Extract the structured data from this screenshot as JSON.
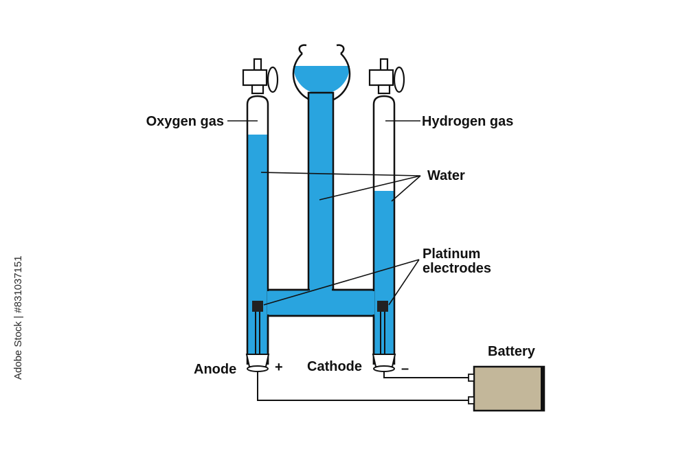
{
  "labels": {
    "oxygen": "Oxygen gas",
    "hydrogen": "Hydrogen gas",
    "water": "Water",
    "platinum_line1": "Platinum",
    "platinum_line2": "electrodes",
    "anode": "Anode",
    "plus": "+",
    "cathode": "Cathode",
    "minus": "–",
    "battery": "Battery"
  },
  "watermark": {
    "stock_id": "Adobe Stock | #831037151"
  },
  "colors": {
    "water": "#29a4df",
    "outline": "#111111",
    "battery_body": "#c3b79a",
    "background": "#ffffff"
  }
}
